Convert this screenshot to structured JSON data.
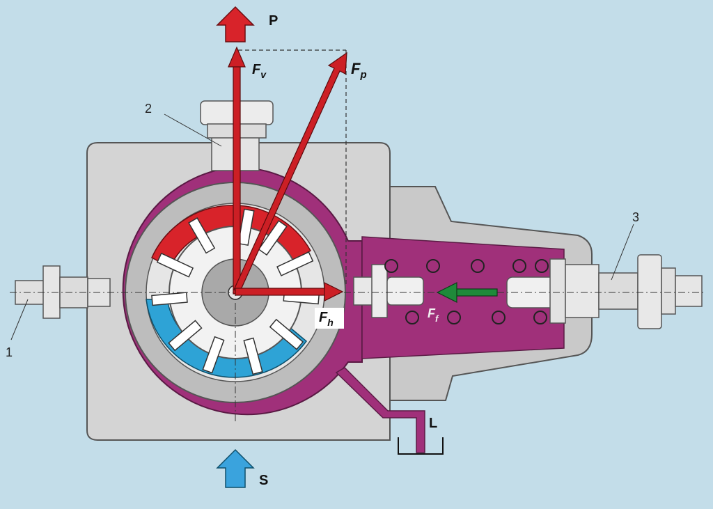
{
  "labels": {
    "pressure_port": "P",
    "suction_port": "S",
    "leakage_port": "L",
    "part_1": "1",
    "part_2": "2",
    "part_3": "3"
  },
  "forces": {
    "vertical": {
      "main": "F",
      "sub": "v"
    },
    "pressure": {
      "main": "F",
      "sub": "p"
    },
    "horizontal": {
      "main": "F",
      "sub": "h"
    },
    "spring": {
      "main": "F",
      "sub": "f"
    }
  },
  "colors": {
    "background": "#c3dde9",
    "housing": "#d4d4d4",
    "housing_outline": "#555555",
    "oil_cavity": "#a0307a",
    "pressure_zone": "#d8232a",
    "suction_zone": "#2ea3d6",
    "force_arrow": "#cc1f25",
    "spring_force_arrow": "#1f8a3a",
    "suction_arrow": "#3aa3dd",
    "pressure_arrow": "#d8232a"
  }
}
